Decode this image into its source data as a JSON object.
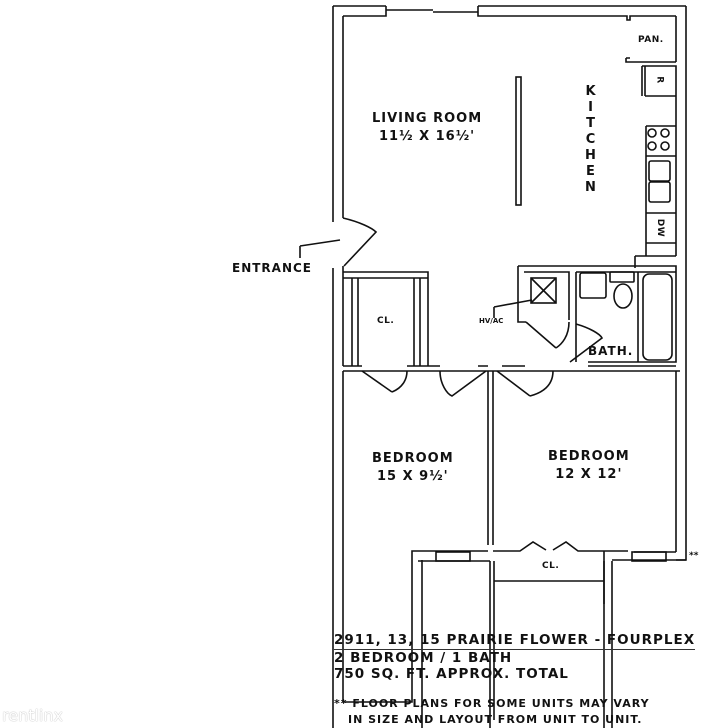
{
  "floorplan": {
    "rooms": {
      "living_room": {
        "name": "LIVING ROOM",
        "dimensions": "11½ X 16½'"
      },
      "kitchen": {
        "name": "KITCHEN"
      },
      "pantry": {
        "name": "PAN."
      },
      "refrigerator": {
        "name": "R"
      },
      "dishwasher": {
        "name": "DW"
      },
      "entrance": {
        "name": "ENTRANCE"
      },
      "closet_hall": {
        "name": "CL."
      },
      "hvac": {
        "name": "HV/AC"
      },
      "bath": {
        "name": "BATH."
      },
      "bedroom_1": {
        "name": "BEDROOM",
        "dimensions": "15 X 9½'"
      },
      "bedroom_2": {
        "name": "BEDROOM",
        "dimensions": "12 X 12'"
      },
      "closet_bedroom": {
        "name": "CL."
      }
    },
    "variance_marker": "**"
  },
  "info": {
    "address": "2911, 13, 15 PRAIRIE FLOWER - FOURPLEX",
    "layout": "2 BEDROOM / 1 BATH",
    "area": "750 SQ. FT. APPROX. TOTAL",
    "note_line1": "** FLOOR PLANS FOR SOME UNITS MAY VARY",
    "note_line2": "IN SIZE AND LAYOUT FROM UNIT TO UNIT."
  },
  "watermark": "rentlinx"
}
